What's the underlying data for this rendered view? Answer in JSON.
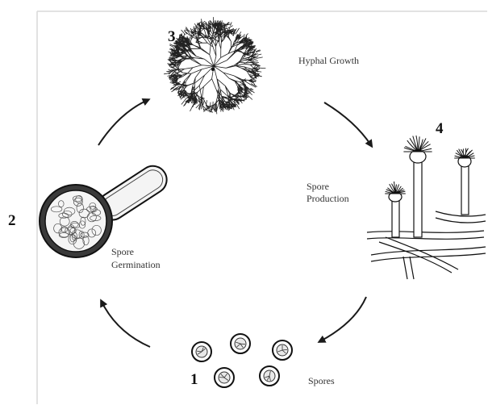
{
  "stages": [
    {
      "number": "1",
      "label_lines": [
        "Spores"
      ]
    },
    {
      "number": "2",
      "label_lines": [
        "Spore",
        "Germination"
      ]
    },
    {
      "number": "3",
      "label_lines": [
        "Hyphal Growth"
      ]
    },
    {
      "number": "4",
      "label_lines": [
        "Spore",
        "Production"
      ]
    }
  ],
  "colors": {
    "ink": "#1a1a1a",
    "frame": "#d9d9d9",
    "background": "#ffffff"
  }
}
